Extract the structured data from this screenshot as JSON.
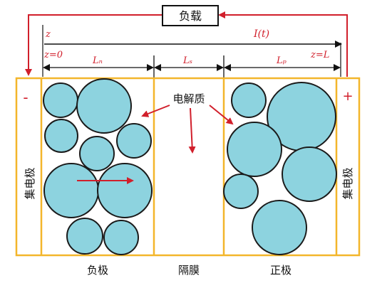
{
  "load_label": "负载",
  "current_label": "I(t)",
  "axis": {
    "z": "z",
    "z0": "z=0",
    "zL": "z=L"
  },
  "regions": {
    "Ln": "Lₙ",
    "Ls": "Lₛ",
    "Lp": "Lₚ"
  },
  "electrolyte_label": "电解质",
  "terminal_minus": "-",
  "terminal_plus": "+",
  "collector_left": "集电极",
  "collector_right": "集电极",
  "bottom_labels": {
    "negative": "负极",
    "separator": "隔膜",
    "positive": "正极"
  },
  "colors": {
    "frame": "#f3b62b",
    "particle_fill": "#8dd3df",
    "particle_stroke": "#1a1a1a",
    "wire": "#d11f2b",
    "text": "#111111"
  }
}
